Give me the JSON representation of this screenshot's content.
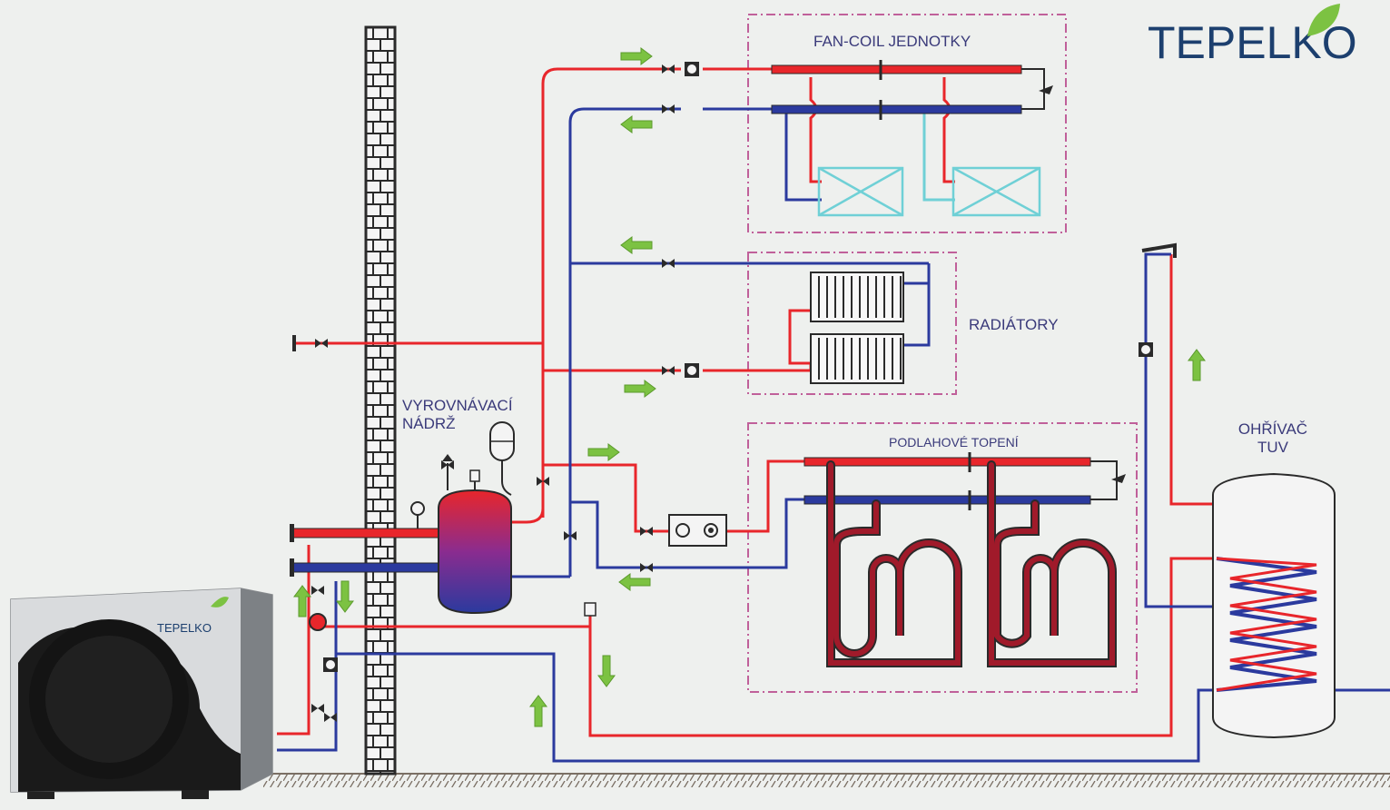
{
  "brand": {
    "name": "TEPELKO",
    "unit_badge": "TEPELKO"
  },
  "labels": {
    "fancoil": "FAN-COIL JEDNOTKY",
    "radiators": "RADIÁTORY",
    "buffer_tank_line1": "VYROVNÁVACÍ",
    "buffer_tank_line2": "NÁDRŽ",
    "floor_heating": "PODLAHOVÉ TOPENÍ",
    "dhw_heater_line1": "OHŘÍVAČ",
    "dhw_heater_line2": "TUV"
  },
  "colors": {
    "supply": "#e8262b",
    "return": "#2b3a9e",
    "flow_arrow": "#7cc242",
    "zone_border": "#c0609a",
    "wall": "#2a2a2a",
    "brand_text": "#1c3f6e",
    "background": "#eef0ee"
  }
}
